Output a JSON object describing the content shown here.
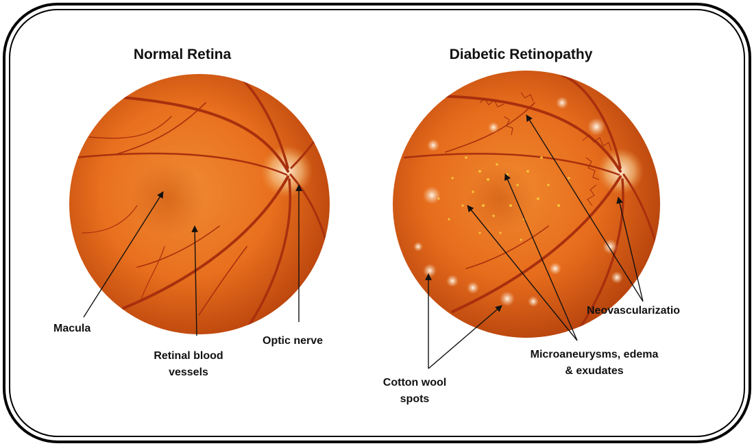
{
  "panels": {
    "left": {
      "title": "Normal Retina",
      "labels": {
        "macula": "Macula",
        "vessels_line1": "Retinal blood",
        "vessels_line2": "vessels",
        "optic_nerve": "Optic nerve"
      }
    },
    "right": {
      "title": "Diabetic Retinopathy",
      "labels": {
        "neovascularization": "Neovascularizatio",
        "micro_line1": "Microaneurysms, edema",
        "micro_line2": "& exudates",
        "cotton_line1": "Cotton wool",
        "cotton_line2": "spots"
      }
    }
  },
  "colors": {
    "retina": "#e8701e",
    "retina_edge": "#b8420c",
    "vessel": "#a8300e",
    "exudate": "#f7e6d0",
    "border": "#000000"
  }
}
